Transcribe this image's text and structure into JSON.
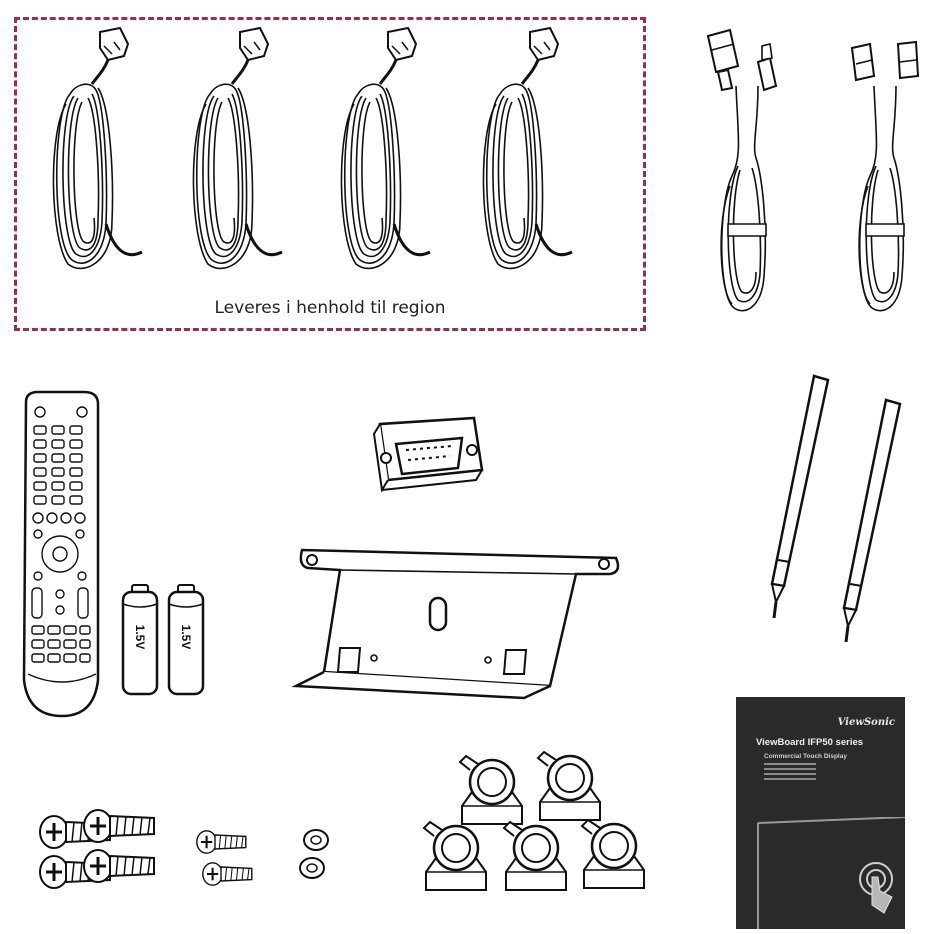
{
  "region_note": "Leveres i henhold til region",
  "battery_label": "1.5V",
  "manual": {
    "brand": "ViewSonic",
    "title": "ViewBoard IFP50 series",
    "subtitle": "Commercial Touch Display"
  },
  "icons": {
    "power_cord": "power-cord-icon",
    "usb_cable": "usb-cable-icon",
    "hdmi_cable": "hdmi-cable-icon",
    "remote": "remote-control-icon",
    "battery": "aa-battery-icon",
    "rs232_adapter": "rs232-adapter-icon",
    "bracket": "mounting-bracket-icon",
    "stylus": "stylus-pen-icon",
    "screw": "screw-icon",
    "clip": "cable-clip-icon",
    "manual": "quick-start-guide-icon"
  }
}
